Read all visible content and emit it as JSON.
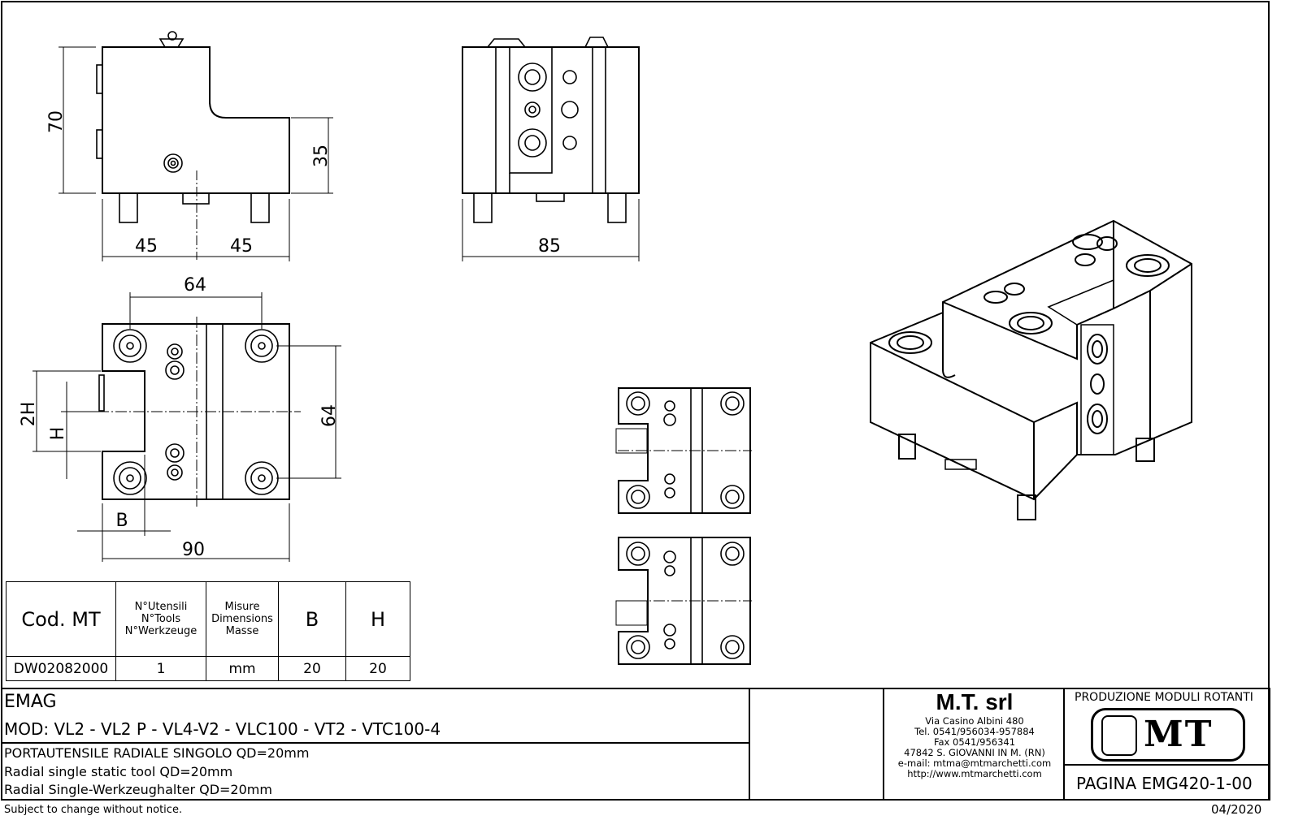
{
  "dimensions": {
    "side_height": "70",
    "side_step": "35",
    "side_left": "45",
    "side_right": "45",
    "front_width": "85",
    "top_hole_spacing_h": "64",
    "top_hole_spacing_v": "64",
    "top_2h": "2H",
    "top_h": "H",
    "top_b": "B",
    "top_width": "90"
  },
  "spec_table": {
    "headers": [
      "Cod. MT",
      "N°Utensili\nN°Tools\nN°Werkzeuge",
      "Misure\nDimensions\nMasse",
      "B",
      "H"
    ],
    "header_lines": {
      "tools": [
        "N°Utensili",
        "N°Tools",
        "N°Werkzeuge"
      ],
      "dims": [
        "Misure",
        "Dimensions",
        "Masse"
      ]
    },
    "row": [
      "DW02082000",
      "1",
      "mm",
      "20",
      "20"
    ]
  },
  "title_block": {
    "brand": "EMAG",
    "models": "MOD: VL2 - VL2 P - VL4-V2 - VLC100 - VT2 - VTC100-4",
    "desc_it": "PORTAUTENSILE RADIALE SINGOLO QD=20mm",
    "desc_en": "Radial single static tool QD=20mm",
    "desc_de": "Radial Single-Werkzeughalter QD=20mm",
    "company": "M.T. srl",
    "address": [
      "Via Casino Albini 480",
      "Tel. 0541/956034-957884",
      "Fax 0541/956341",
      "47842 S. GIOVANNI IN M. (RN)",
      "e-mail: mtma@mtmarchetti.com",
      "http://www.mtmarchetti.com"
    ],
    "division": "PRODUZIONE MODULI ROTANTI",
    "logo_text": "MT",
    "page": "PAGINA EMG420-1-00"
  },
  "footer": {
    "notice": "Subject to change without notice.",
    "date": "04/2020"
  }
}
